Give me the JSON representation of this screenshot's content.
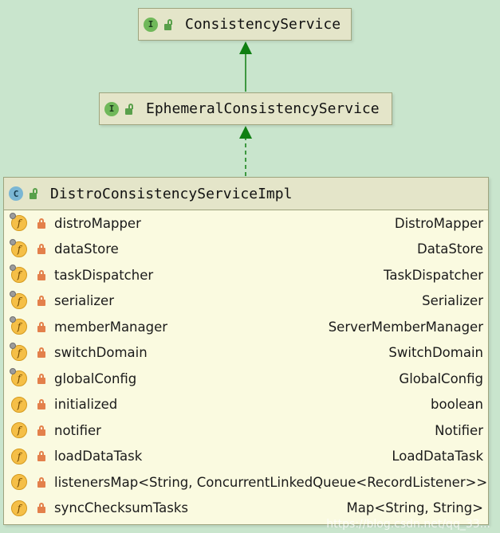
{
  "diagram": {
    "nodes": {
      "consistency_service": {
        "badge": "I",
        "name": "ConsistencyService"
      },
      "ephemeral_consistency_service": {
        "badge": "I",
        "name": "EphemeralConsistencyService"
      },
      "distro_consistency_service_impl": {
        "badge": "C",
        "name": "DistroConsistencyServiceImpl",
        "fields": [
          {
            "name": "distroMapper",
            "type": "DistroMapper",
            "pinned": true
          },
          {
            "name": "dataStore",
            "type": "DataStore",
            "pinned": true
          },
          {
            "name": "taskDispatcher",
            "type": "TaskDispatcher",
            "pinned": true
          },
          {
            "name": "serializer",
            "type": "Serializer",
            "pinned": true
          },
          {
            "name": "memberManager",
            "type": "ServerMemberManager",
            "pinned": true
          },
          {
            "name": "switchDomain",
            "type": "SwitchDomain",
            "pinned": true
          },
          {
            "name": "globalConfig",
            "type": "GlobalConfig",
            "pinned": true
          },
          {
            "name": "initialized",
            "type": "boolean",
            "pinned": false
          },
          {
            "name": "notifier",
            "type": "Notifier",
            "pinned": false
          },
          {
            "name": "loadDataTask",
            "type": "LoadDataTask",
            "pinned": false
          },
          {
            "name": "listeners",
            "type": "Map<String, ConcurrentLinkedQueue<RecordListener>>",
            "pinned": false
          },
          {
            "name": "syncChecksumTasks",
            "type": "Map<String, String>",
            "pinned": false
          }
        ]
      }
    },
    "edges": [
      {
        "from": "EphemeralConsistencyService",
        "to": "ConsistencyService",
        "kind": "extends",
        "style": "solid"
      },
      {
        "from": "DistroConsistencyServiceImpl",
        "to": "EphemeralConsistencyService",
        "kind": "implements",
        "style": "dashed"
      }
    ],
    "colors": {
      "background": "#c9e5cd",
      "node_fill": "#fafae0",
      "node_header": "#e4e5c9",
      "arrow": "#0f7f12",
      "field_icon": "#f5bf47",
      "lock": "#e3804b"
    },
    "icons": {
      "interface_badge": "interface-icon",
      "class_badge": "class-icon",
      "field_badge": "field-icon",
      "public_access": "open-lock-icon",
      "private_access": "lock-icon"
    }
  },
  "watermark": "https://blog.csdn.net/qq_33..."
}
